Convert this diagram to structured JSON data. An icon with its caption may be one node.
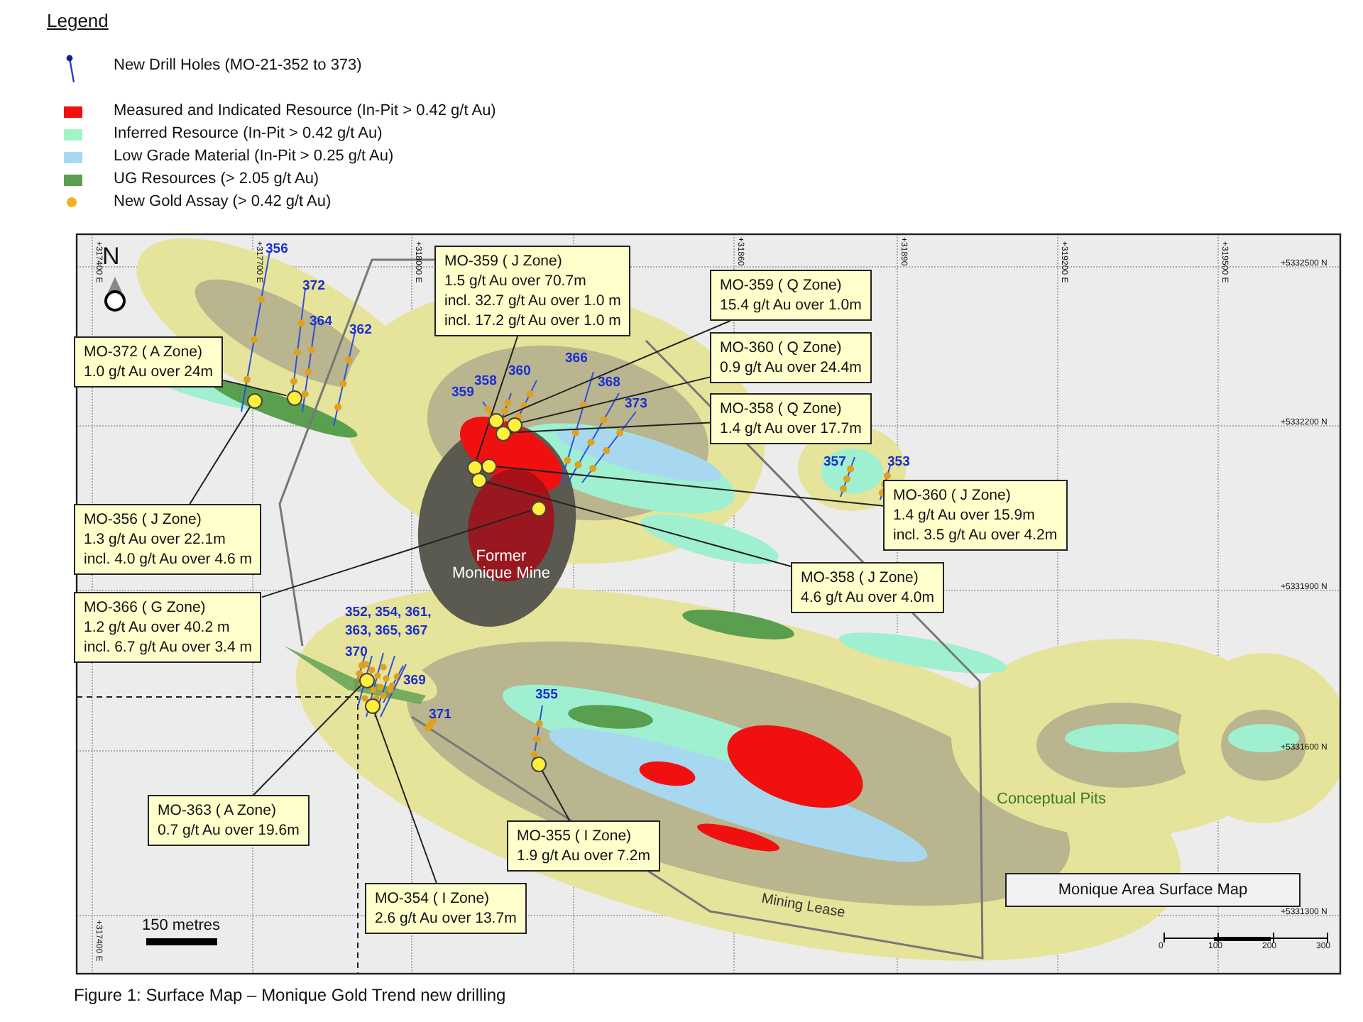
{
  "diagram": {
    "caption": "Figure 1: Surface Map – Monique Gold Trend new drilling",
    "nodes": [
      {
        "text": [
          "MO-359 ( J Zone)",
          "1.5 g/t Au over 70.7m",
          "incl. 32.7 g/t Au over 1.0 m",
          "incl. 17.2 g/t Au over 1.0 m"
        ]
      },
      {
        "text": [
          "MO-359 ( Q Zone)",
          "15.4 g/t Au over 1.0m"
        ]
      },
      {
        "text": [
          "MO-360 ( Q Zone)",
          "0.9 g/t Au over 24.4m"
        ]
      },
      {
        "text": [
          "MO-358 ( Q Zone)",
          "1.4 g/t Au over 17.7m"
        ]
      },
      {
        "text": [
          "MO-372 ( A Zone)",
          "1.0 g/t Au over 24m"
        ]
      },
      {
        "text": [
          "MO-356 ( J Zone)",
          "1.3 g/t Au over 22.1m",
          "incl. 4.0 g/t Au over 4.6 m"
        ]
      },
      {
        "text": [
          "MO-360 ( J Zone)",
          "1.4 g/t Au over 15.9m",
          "incl. 3.5 g/t Au over 4.2m"
        ]
      },
      {
        "text": [
          "MO-366 ( G Zone)",
          "1.2 g/t Au over 40.2 m",
          "incl. 6.7 g/t Au over 3.4 m"
        ]
      },
      {
        "text": [
          "MO-358 ( J Zone)",
          "4.6 g/t Au over 4.0m"
        ]
      },
      {
        "text": [
          "MO-363 ( A Zone)",
          "0.7 g/t Au over 19.6m"
        ]
      },
      {
        "text": [
          "MO-355 ( I Zone)",
          "1.9 g/t Au over 7.2m"
        ]
      },
      {
        "text": [
          "MO-354 ( I Zone)",
          "2.6 g/t Au over 13.7m"
        ]
      },
      {
        "text": [
          "Monique Area Surface Map"
        ]
      },
      {
        "text": [],
        "shape": "circle"
      },
      {
        "text": [],
        "shape": "circle"
      },
      {
        "text": [],
        "shape": "circle"
      },
      {
        "text": [],
        "shape": "circle"
      },
      {
        "text": [],
        "shape": "circle"
      },
      {
        "text": [],
        "shape": "circle"
      },
      {
        "text": [],
        "shape": "circle"
      },
      {
        "text": [],
        "shape": "circle"
      },
      {
        "text": [],
        "shape": "circle"
      },
      {
        "text": [],
        "shape": "circle"
      },
      {
        "text": [],
        "shape": "circle"
      },
      {
        "text": [],
        "shape": "circle"
      }
    ],
    "edges": [
      {
        "from": 5,
        "to": 13,
        "arrow": "none"
      },
      {
        "from": 4,
        "to": 14,
        "arrow": "none"
      },
      {
        "from": 1,
        "to": 15,
        "arrow": "none"
      },
      {
        "from": 2,
        "to": 16,
        "arrow": "none"
      },
      {
        "from": 3,
        "to": 17,
        "arrow": "none"
      },
      {
        "from": 0,
        "to": 18,
        "arrow": "none"
      },
      {
        "from": 6,
        "to": 19,
        "arrow": "none"
      },
      {
        "from": 8,
        "to": 20,
        "arrow": "none"
      },
      {
        "from": 7,
        "to": 21,
        "arrow": "none"
      },
      {
        "from": 9,
        "to": 22,
        "arrow": "none"
      },
      {
        "from": 11,
        "to": 23,
        "arrow": "none"
      },
      {
        "from": 10,
        "to": 24,
        "arrow": "none"
      }
    ],
    "labels": [
      "Legend",
      "N",
      "+317400 E",
      "+317700 E",
      "+318000 E",
      "+31860",
      "+31890",
      "+319200 E",
      "+319500 E",
      "+317400 E",
      "+5332500 N",
      "+5332200 N",
      "+5331900 N",
      "+5331600 N",
      "+5331300 N",
      "356",
      "372",
      "364",
      "362",
      "359",
      "358",
      "360",
      "366",
      "368",
      "373",
      "357",
      "353",
      "352, 354, 361, 363, 365, 367",
      "370",
      "369",
      "371",
      "355",
      "Former Monique Mine",
      "Conceptual Pits",
      "Mining Lease",
      "150 metres",
      "0",
      "100",
      "200",
      "300"
    ],
    "legend": [
      {
        "text": "New Drill Holes (MO-21-352 to 373)"
      },
      {
        "text": "Measured and Indicated Resource (In-Pit > 0.42 g/t Au)",
        "color": "#f01010"
      },
      {
        "text": "Inferred Resource (In-Pit > 0.42 g/t Au)",
        "color": "#a0f5c8"
      },
      {
        "text": "Low Grade Material (In-Pit > 0.25 g/t Au)",
        "color": "#a8d8f0"
      },
      {
        "text": "UG Resources (> 2.05 g/t Au)",
        "color": "#5a9e50"
      },
      {
        "text": "New Gold Assay (> 0.42 g/t Au)",
        "color": "#f0b020"
      }
    ]
  }
}
